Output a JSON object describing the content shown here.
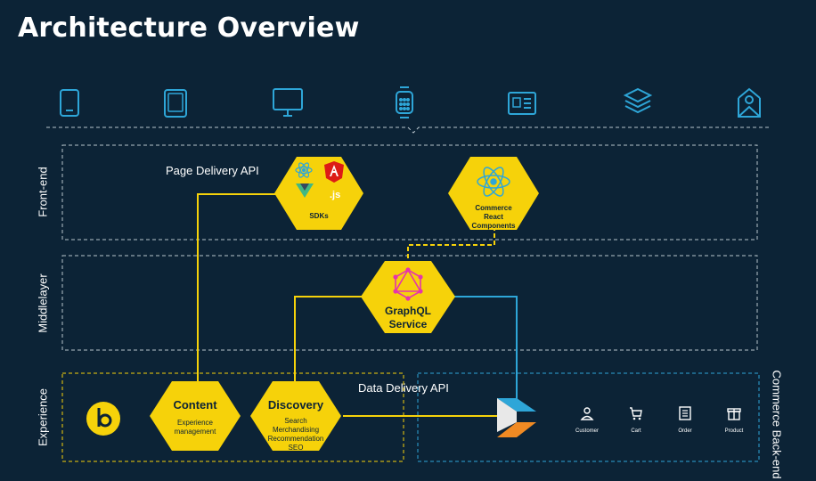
{
  "title": "Architecture Overview",
  "channels": [
    "mobile-icon",
    "tablet-icon",
    "desktop-icon",
    "smartwatch-icon",
    "kiosk-icon",
    "layers-icon",
    "email-icon"
  ],
  "layers": {
    "frontend": "Front-end",
    "middlelayer": "Middlelayer",
    "experience": "Experience",
    "commerce": "Commerce Back-end"
  },
  "apis": {
    "page_delivery": "Page Delivery API",
    "data_delivery": "Data Delivery API"
  },
  "nodes": {
    "sdks": {
      "title": "SDKs",
      "js": ".js"
    },
    "commerce_react": {
      "line1": "Commerce",
      "line2": "React",
      "line3": "Components"
    },
    "graphql": {
      "line1": "GraphQL",
      "line2": "Service"
    },
    "content": {
      "title": "Content",
      "line1": "Experience",
      "line2": "management"
    },
    "discovery": {
      "title": "Discovery",
      "line1": "Search",
      "line2": "Merchandising",
      "line3": "Recommendation",
      "line4": "SEO"
    }
  },
  "commerce_items": [
    {
      "label": "Customer",
      "icon": "customer-icon"
    },
    {
      "label": "Cart",
      "icon": "cart-icon"
    },
    {
      "label": "Order",
      "icon": "order-icon"
    },
    {
      "label": "Product",
      "icon": "product-icon"
    }
  ],
  "colors": {
    "background": "#0c2336",
    "hex_fill": "#f6d20a",
    "connector_yellow": "#f6d20a",
    "connector_blue": "#2ea6d8",
    "dashed_border": "#b8c4cc",
    "accent_pink": "#e535ab"
  }
}
